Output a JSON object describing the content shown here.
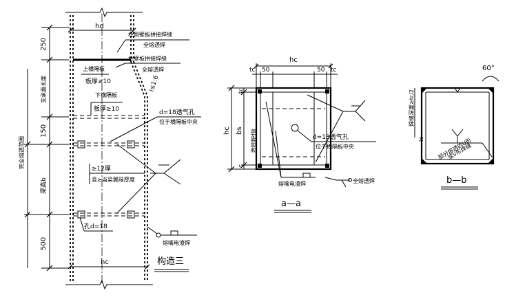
{
  "left_view": {
    "top_label": "hd",
    "bottom_label": "hc",
    "dimensions": [
      "250",
      "150",
      "500"
    ],
    "left_labels": [
      "完全熔透范围",
      "梁高b"
    ],
    "support_label": "支承面长度",
    "callouts": [
      "柱侧壁板拼接焊缝",
      "全熔透焊",
      "柱壁板拼接焊缝",
      "全熔透焊",
      "上横隔板",
      "板厚≥10",
      "下横隔板",
      "板厚≥10",
      "d=18透气孔",
      "位于横隔板中央",
      "≥12厚",
      "且≥当梁翼缘厚度",
      "孔d=18",
      "熔嘴电渣焊"
    ],
    "slope": "i≤1:6",
    "title": "构造三"
  },
  "section_aa": {
    "top_label": "hc",
    "top_dims": [
      "tc",
      "50",
      "50",
      "tc"
    ],
    "left_labels": [
      "tc",
      "hc",
      "bs",
      "c"
    ],
    "inner_label": "两侧钢衬板",
    "callouts": [
      "d=18透气孔",
      "位于横隔板中央",
      "熔嘴电渣焊",
      "全熔透焊"
    ],
    "title": "a—a"
  },
  "section_bb": {
    "angle": "60°",
    "side_label": "焊缝深度≥tc/2",
    "tc_label": "tc",
    "callout": [
      "部分熔透的U形",
      "或V形焊缝"
    ],
    "title": "b—b"
  }
}
